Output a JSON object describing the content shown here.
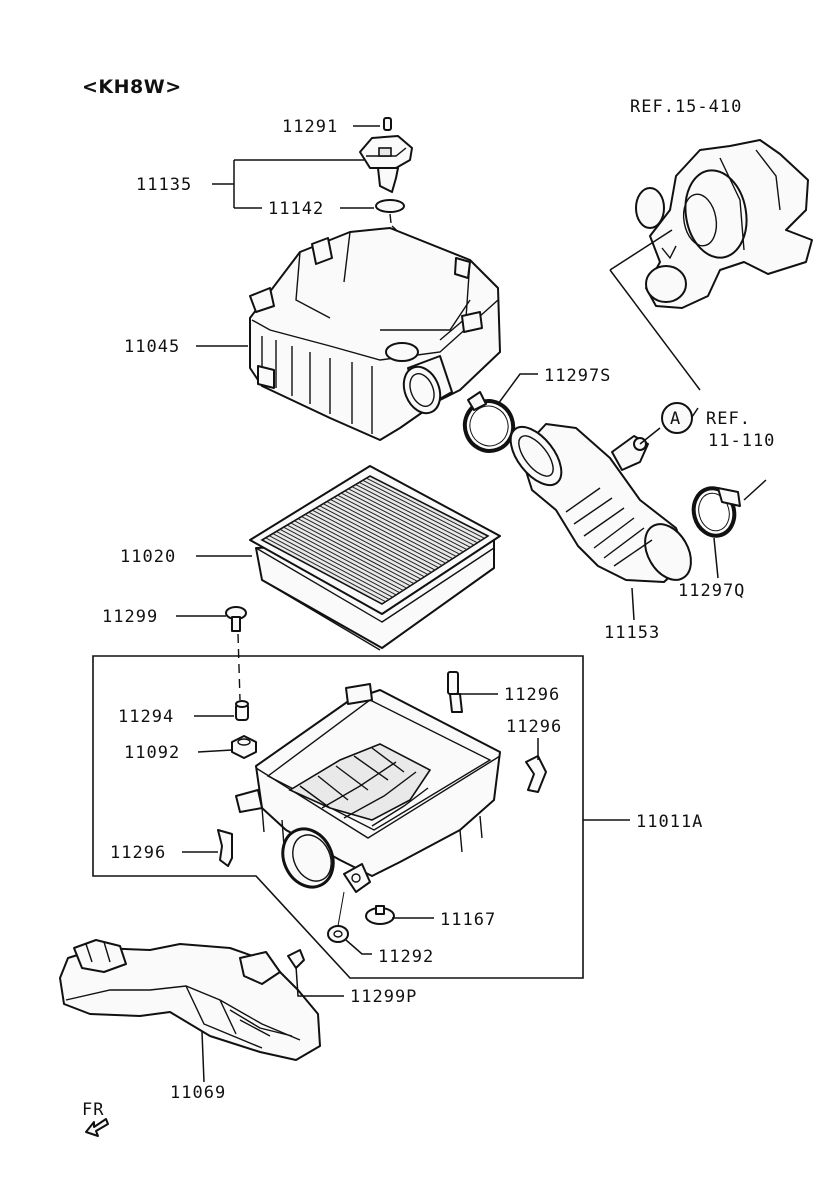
{
  "model_label": "<KH8W>",
  "direction_label": "FR",
  "callout": "A",
  "references": {
    "ref_top": "REF.15-410",
    "ref_side_line1": "REF.",
    "ref_side_line2": "11-110"
  },
  "parts": {
    "p11291": "11291",
    "p11135": "11135",
    "p11142": "11142",
    "p11045": "11045",
    "p11297s": "11297S",
    "p11020": "11020",
    "p11153": "11153",
    "p11297q": "11297Q",
    "p11299": "11299",
    "p11294": "11294",
    "p11092": "11092",
    "p11296a": "11296",
    "p11296b": "11296",
    "p11296c": "11296",
    "p11011a": "11011A",
    "p11167": "11167",
    "p11292": "11292",
    "p11299p": "11299P",
    "p11069": "11069"
  }
}
